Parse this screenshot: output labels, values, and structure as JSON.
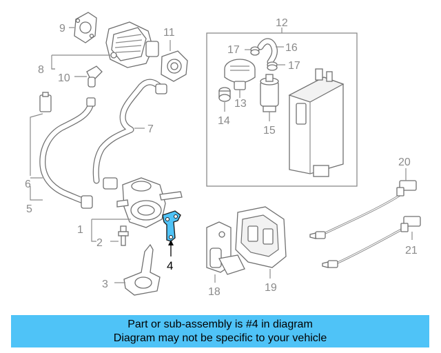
{
  "highlight_color": "#4fc3f7",
  "highlighted_part": "4",
  "callouts": {
    "c1": "1",
    "c2": "2",
    "c3": "3",
    "c4": "4",
    "c5": "5",
    "c6": "6",
    "c7": "7",
    "c8": "8",
    "c9": "9",
    "c10": "10",
    "c11": "11",
    "c12": "12",
    "c13": "13",
    "c14": "14",
    "c15": "15",
    "c16": "16",
    "c17a": "17",
    "c17b": "17",
    "c18": "18",
    "c19": "19",
    "c20": "20",
    "c21": "21"
  },
  "banner": {
    "line1": "Part or sub-assembly is #4 in diagram",
    "line2": "Diagram may not be specific to your vehicle"
  }
}
